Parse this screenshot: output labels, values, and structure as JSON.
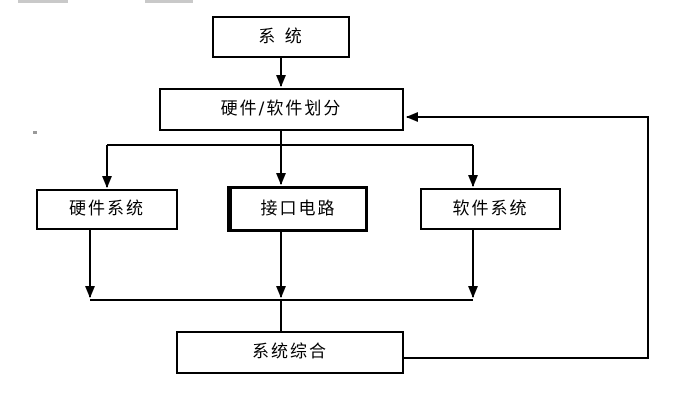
{
  "diagram": {
    "type": "flowchart",
    "background_color": "#ffffff",
    "line_color": "#000000",
    "text_color": "#000000",
    "nodes": {
      "system": {
        "label": "系 统"
      },
      "partition": {
        "label": "硬件/软件划分"
      },
      "hardware": {
        "label": "硬件系统"
      },
      "interface": {
        "label": "接口电路"
      },
      "software": {
        "label": "软件系统"
      },
      "synthesis": {
        "label": "系统综合"
      }
    },
    "edges": [
      {
        "from": "系 统",
        "to": "硬件/软件划分",
        "style": "arrow-down"
      },
      {
        "from": "硬件/软件划分",
        "to": "硬件系统",
        "style": "arrow-down"
      },
      {
        "from": "硬件/软件划分",
        "to": "接口电路",
        "style": "arrow-down"
      },
      {
        "from": "硬件/软件划分",
        "to": "软件系统",
        "style": "arrow-down"
      },
      {
        "from": "硬件系统",
        "to": "系统综合",
        "style": "arrow-down-to-bus"
      },
      {
        "from": "接口电路",
        "to": "系统综合",
        "style": "arrow-down-to-bus"
      },
      {
        "from": "软件系统",
        "to": "系统综合",
        "style": "arrow-down-to-bus"
      },
      {
        "from": "系统综合",
        "to": "硬件/软件划分",
        "style": "feedback-arrow-left"
      }
    ]
  }
}
